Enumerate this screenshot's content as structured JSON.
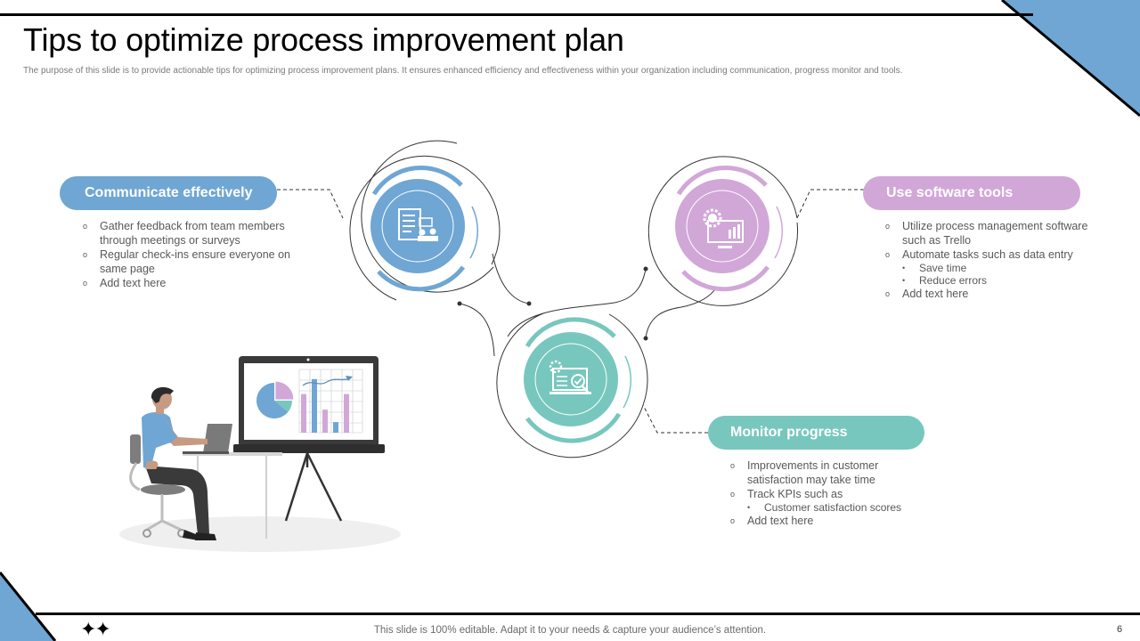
{
  "slide": {
    "title": "Tips to optimize  process  improvement  plan",
    "subtitle": "The purpose of this slide is to provide actionable tips for optimizing  process improvement plans.  It ensures enhanced efficiency and effectiveness within your organization including communication,  progress monitor and tools.",
    "footer": "This slide is 100% editable. Adapt it to your needs & capture your audience’s attention.",
    "page_number": "6",
    "decor_icon": "four-point-stars-icon"
  },
  "colors": {
    "blue": "#6fa6d3",
    "purple": "#d1a7d8",
    "teal": "#78c7be",
    "corner_triangle": "#6fa6d3",
    "text_gray": "#595959"
  },
  "tips": [
    {
      "heading": "Communicate effectively",
      "color": "#6fa6d3",
      "icon": "meeting-feedback-icon",
      "items": [
        {
          "text": "Gather feedback from team members through meetings or surveys",
          "sub": []
        },
        {
          "text": "Regular check-ins ensure everyone on same page",
          "sub": []
        },
        {
          "text": "Add text here",
          "sub": []
        }
      ]
    },
    {
      "heading": "Use software tools",
      "color": "#d1a7d8",
      "icon": "gear-monitor-chart-icon",
      "items": [
        {
          "text": "Utilize process management software  such as Trello",
          "sub": []
        },
        {
          "text": "Automate tasks such as data entry",
          "sub": [
            "Save time",
            "Reduce errors"
          ]
        },
        {
          "text": "Add text here",
          "sub": []
        }
      ]
    },
    {
      "heading": "Monitor progress",
      "color": "#78c7be",
      "icon": "laptop-check-magnifier-icon",
      "items": [
        {
          "text": "Improvements  in customer satisfaction may take time",
          "sub": []
        },
        {
          "text": "Track KPIs such as",
          "sub": [
            "Customer satisfaction scores"
          ]
        },
        {
          "text": "Add text here",
          "sub": []
        }
      ]
    }
  ],
  "bullets": {
    "main": "o",
    "sub": "•"
  },
  "illustration": {
    "name": "man-presenting-dashboard-illustration",
    "pie_slices": [
      {
        "color": "#6fa6d3",
        "fraction": 0.64
      },
      {
        "color": "#78c7be",
        "fraction": 0.11
      },
      {
        "color": "#d1a7d8",
        "fraction": 0.25
      }
    ],
    "bars": [
      {
        "color": "#d1a7d8",
        "value": 0.62
      },
      {
        "color": "#6fa6d3",
        "value": 0.86
      },
      {
        "color": "#d1a7d8",
        "value": 0.37
      },
      {
        "color": "#6fa6d3",
        "value": 0.17
      },
      {
        "color": "#d1a7d8",
        "value": 0.62
      }
    ]
  }
}
